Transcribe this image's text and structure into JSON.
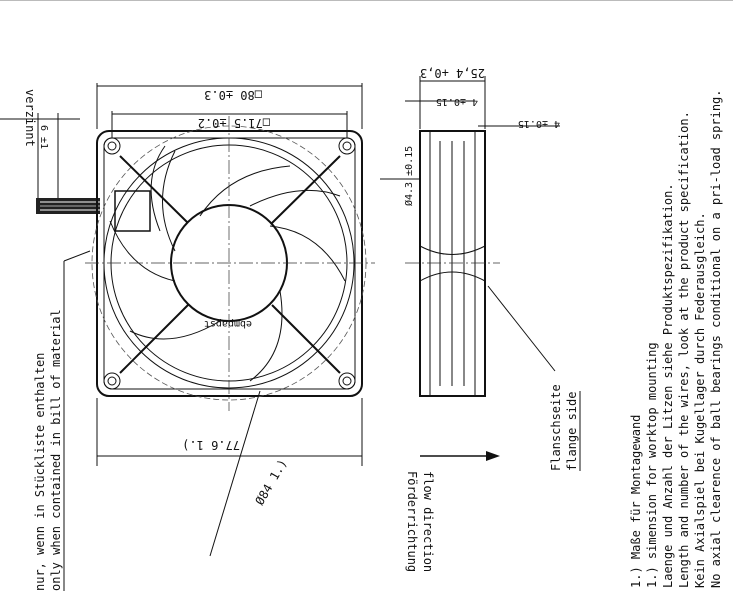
{
  "drawing": {
    "wire_label": "verzinnt",
    "wire_dim": "6 ±1",
    "bom_note_de": "nur, wenn in Stückliste enthalten",
    "bom_note_en": "only when contained in bill of material",
    "dim_outer": "□80 ±0.3",
    "dim_hole_spacing": "□71.5 ±0.2",
    "dim_hole": "Ø4.3 ±0.15",
    "dim_depth": "25,4 +0,3",
    "dim_flange_1": "4 ±0.15",
    "dim_flange_2": "4 ±0.15",
    "dim_mount": "77.6 1.)",
    "dim_diameter": "Ø84 1.)",
    "flow_de": "Förderrichtung",
    "flow_en": "flow direction",
    "flange_de": "Flanschseite",
    "flange_en": "flange side",
    "logo": "ebmpapst"
  },
  "notes": [
    "1.) Maße für Montagewand",
    "1.) simension for worktop mounting",
    "Laenge und Anzahl der Litzen siehe Produktspezifikation.",
    "Length and number of the wires, look at the product specification.",
    "Kein Axialspiel bei Kugellager durch Federausgleich.",
    "No axial clearence of ball bearings conditional on a pri-load spring."
  ]
}
